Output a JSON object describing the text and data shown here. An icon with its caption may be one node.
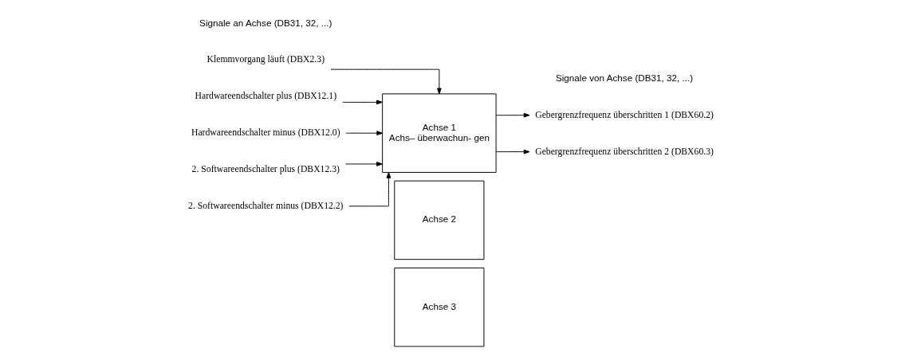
{
  "diagram": {
    "nodes": [
      {
        "text": [
          "Achse 3"
        ]
      },
      {
        "text": [
          "Achse 2"
        ]
      },
      {
        "text": [
          "Achse 1",
          "Achs– überwachun- gen"
        ]
      },
      {
        "text": [
          "Klemmvorgang läuft (DBX2.3)"
        ]
      },
      {
        "text": [
          "Hardwareendschalter plus (DBX12.1)"
        ]
      },
      {
        "text": [
          "Hardwareendschalter minus (DBX12.0)"
        ]
      },
      {
        "text": [
          "2. Softwareendschalter plus (DBX12.3)"
        ]
      },
      {
        "text": [
          "2. Softwareendschalter minus (DBX12.2)"
        ]
      },
      {
        "text": [
          "Gebergrenzfrequenz überschritten 1 (DBX60.2)"
        ]
      },
      {
        "text": [
          "Gebergrenzfrequenz überschritten 2 (DBX60.3)"
        ]
      }
    ],
    "edges": [
      {
        "from": 3,
        "to": 2,
        "arrow": "to"
      },
      {
        "from": 4,
        "to": 2,
        "arrow": "to"
      },
      {
        "from": 5,
        "to": 2,
        "arrow": "to"
      },
      {
        "from": 6,
        "to": 2,
        "arrow": "to"
      },
      {
        "from": 7,
        "to": 2,
        "arrow": "to"
      },
      {
        "from": 2,
        "to": 8,
        "arrow": "to"
      },
      {
        "from": 2,
        "to": 9,
        "arrow": "to"
      }
    ],
    "labels": [
      "Signale an Achse (DB31, 32, ...)",
      "Signale von Achse (DB31, 32, ...)"
    ]
  }
}
